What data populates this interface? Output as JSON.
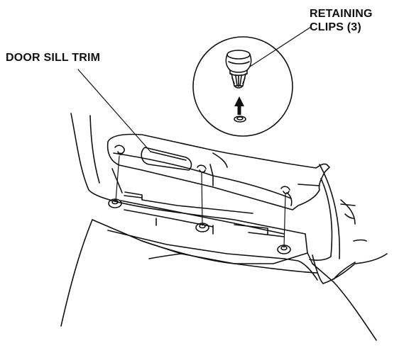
{
  "labels": {
    "door_sill_trim": "DOOR SILL TRIM",
    "retaining_clips_line1": "RETAINING",
    "retaining_clips_line2": "CLIPS (3)"
  },
  "colors": {
    "ink": "#111111",
    "background": "#ffffff"
  },
  "icons": {
    "clip_detail": "retaining-clip-icon",
    "direction": "up-arrow-icon"
  }
}
